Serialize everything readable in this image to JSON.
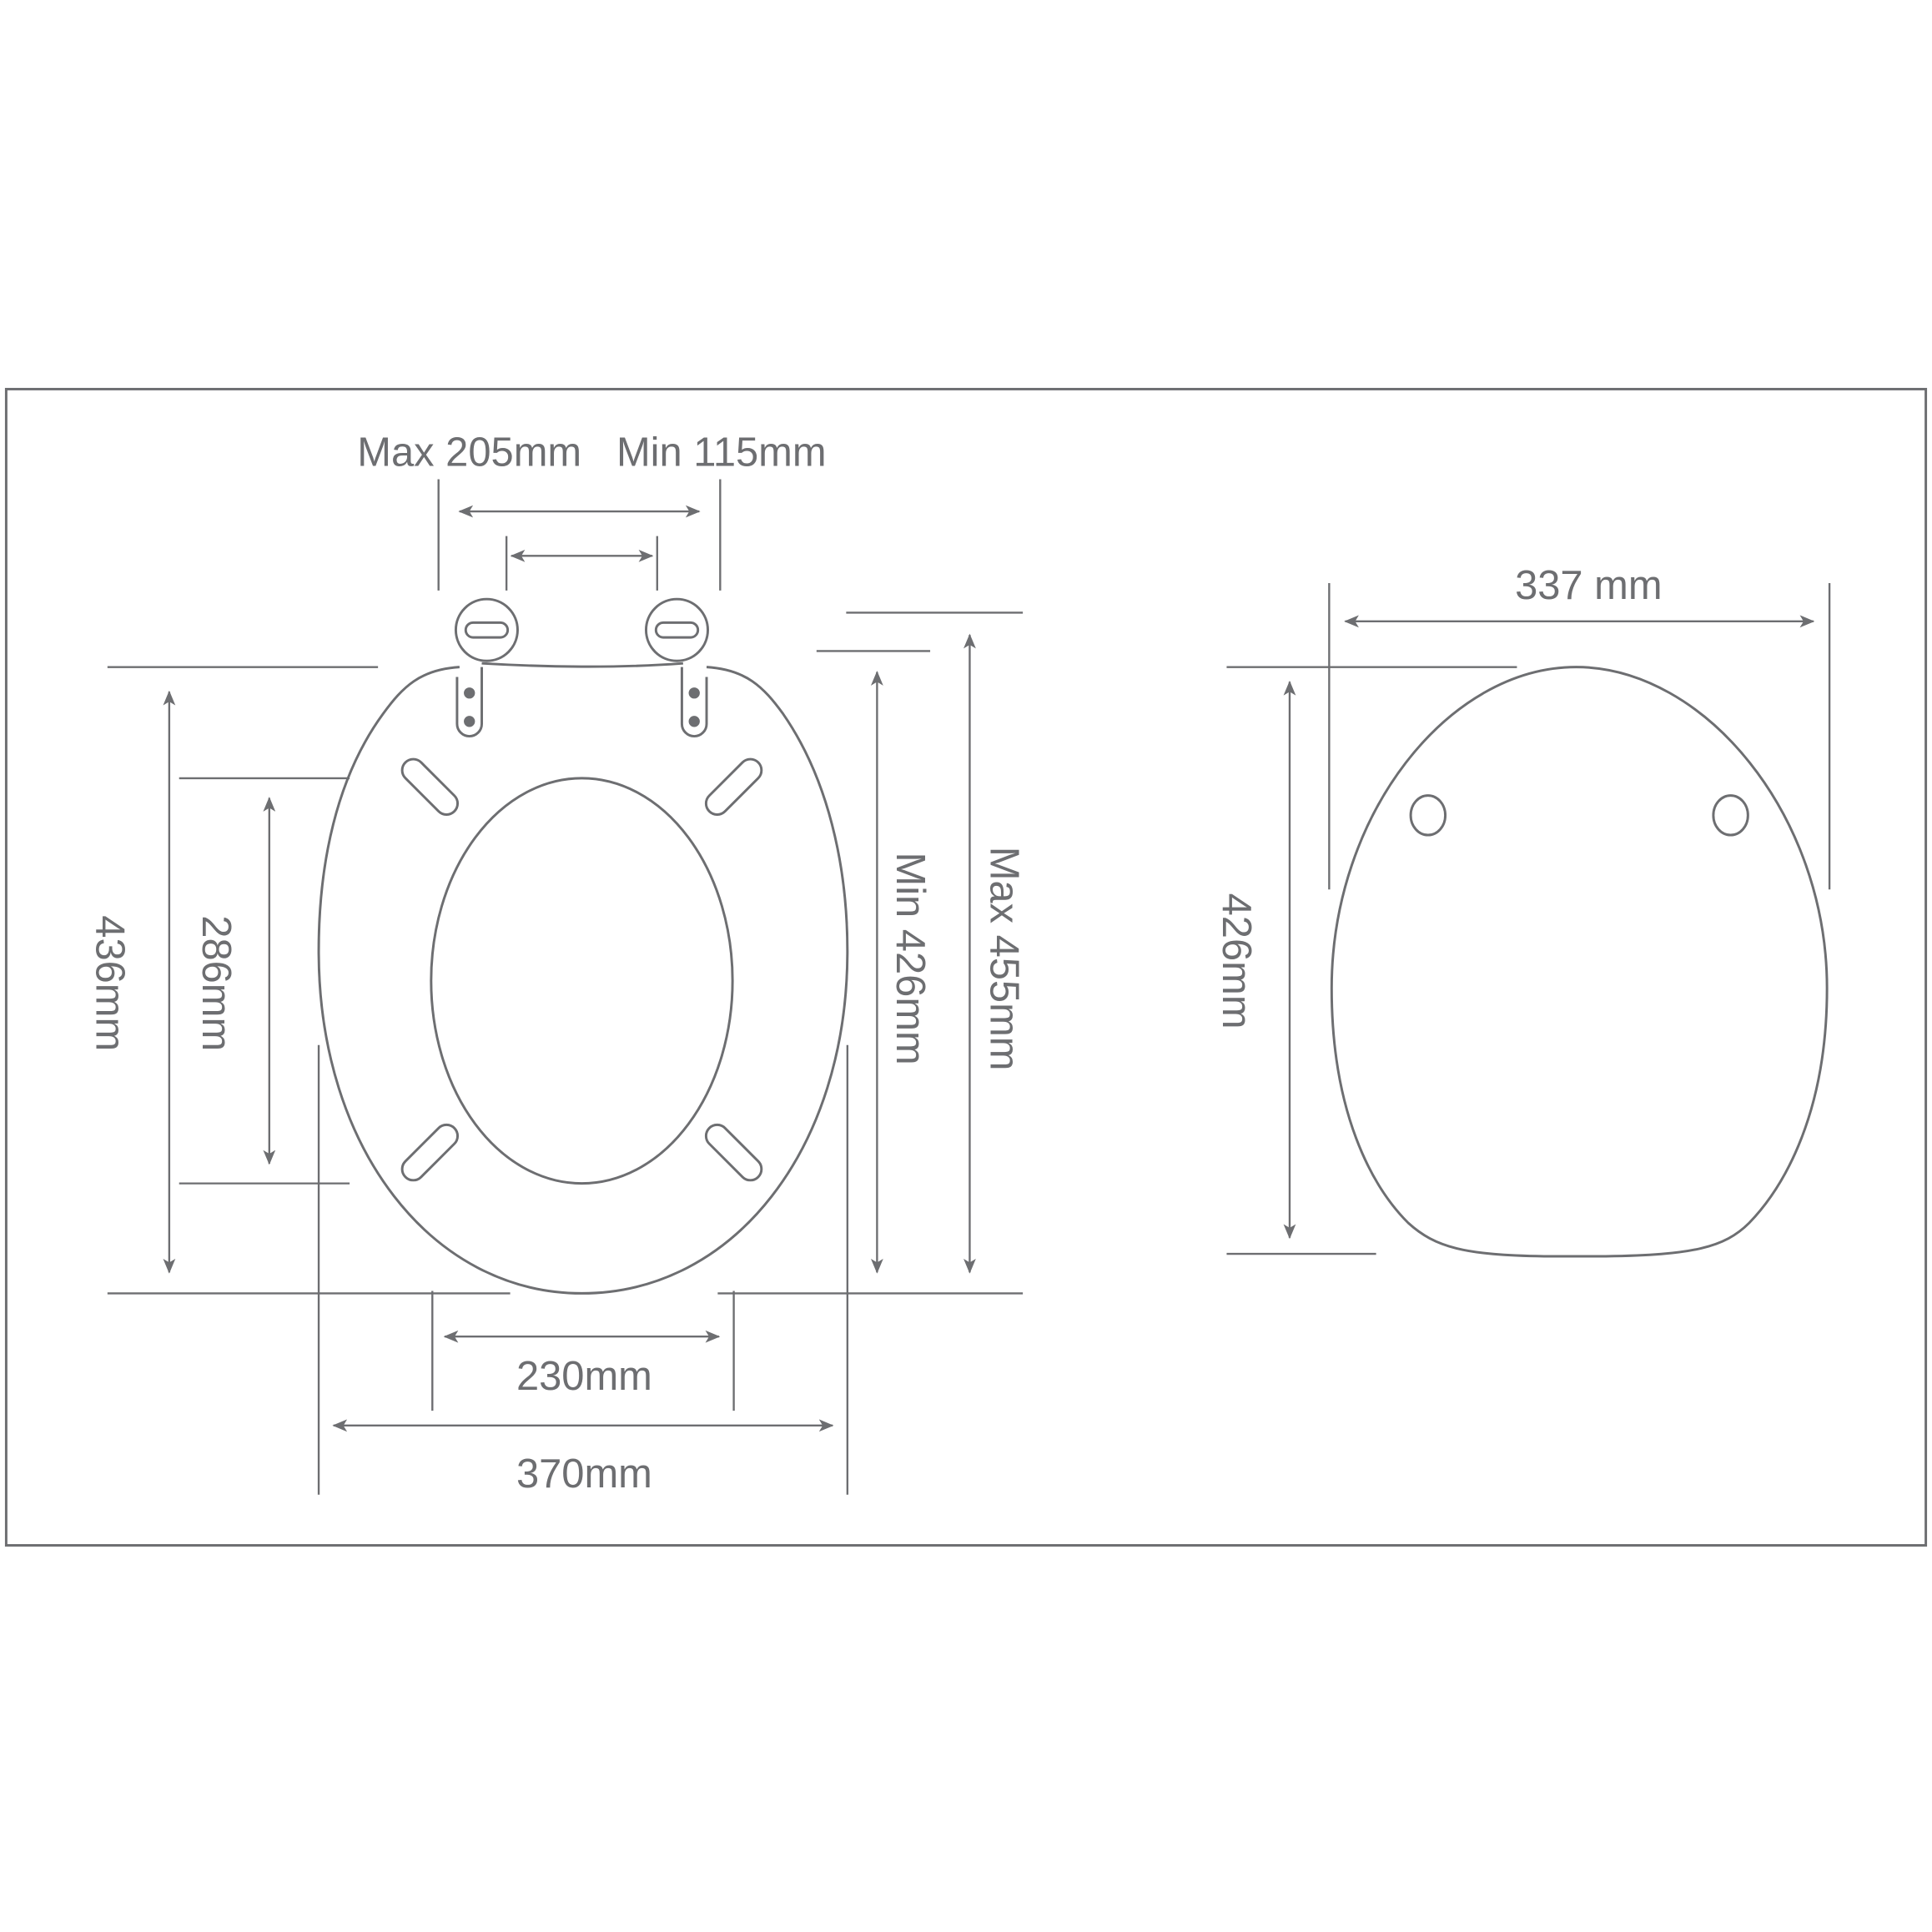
{
  "drawing": {
    "line_color": "#6d6e71",
    "background": "#ffffff",
    "left_view": {
      "title": "seat with lid hinges - top view",
      "labels": {
        "hinge_max": "Max 205mm",
        "hinge_min": "Min 115mm",
        "total_length": "436mm",
        "inner_length": "286mm",
        "min_length": "Min 426mm",
        "max_length": "Max 455mm",
        "inner_width": "230mm",
        "outer_width": "370mm"
      }
    },
    "right_view": {
      "title": "lid - top view",
      "labels": {
        "width": "337 mm",
        "length": "426mm"
      }
    }
  }
}
